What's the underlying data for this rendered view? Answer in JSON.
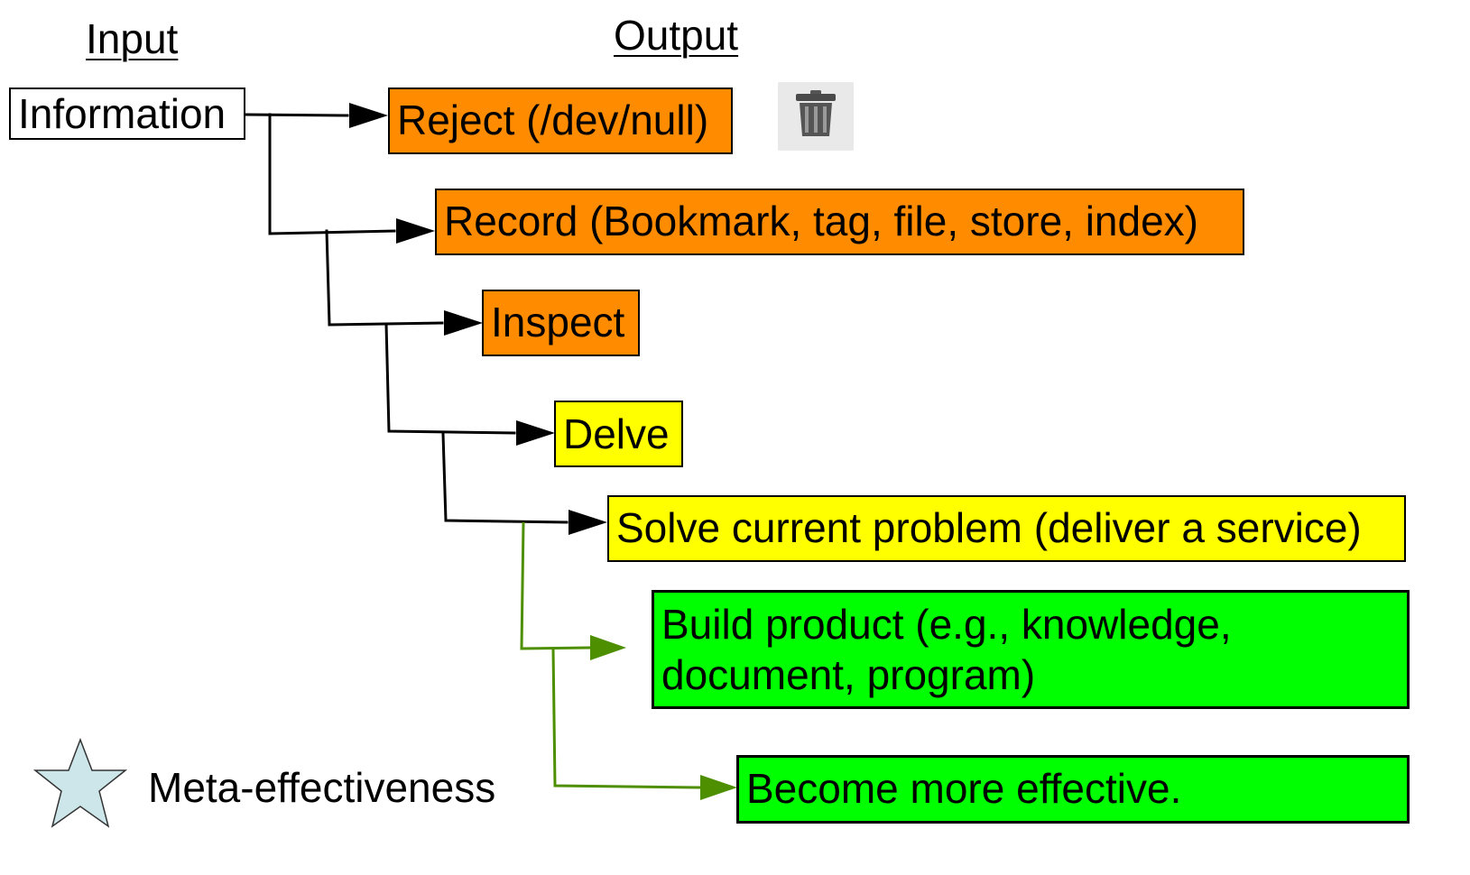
{
  "headings": {
    "input": "Input",
    "output": "Output"
  },
  "input_node": {
    "label": "Information"
  },
  "outputs": [
    {
      "id": "reject",
      "label": "Reject (/dev/null)",
      "color": "#ff8c00"
    },
    {
      "id": "record",
      "label": "Record (Bookmark, tag, file, store, index)",
      "color": "#ff8c00"
    },
    {
      "id": "inspect",
      "label": "Inspect",
      "color": "#ff8c00"
    },
    {
      "id": "delve",
      "label": "Delve",
      "color": "#ffff00"
    },
    {
      "id": "solve",
      "label": "Solve current problem (deliver a service)",
      "color": "#ffff00"
    },
    {
      "id": "build",
      "label": "Build product (e.g., knowledge, document, program)",
      "color": "#00ff00"
    },
    {
      "id": "become",
      "label": "Become more effective.",
      "color": "#00ff00"
    }
  ],
  "reject_icon": "trash-can-icon",
  "legend": {
    "icon": "star-icon",
    "star_color": "#cde6ea",
    "label": "Meta-effectiveness"
  },
  "connector_colors": {
    "primary": "#000000",
    "meta": "#4e8f00"
  }
}
